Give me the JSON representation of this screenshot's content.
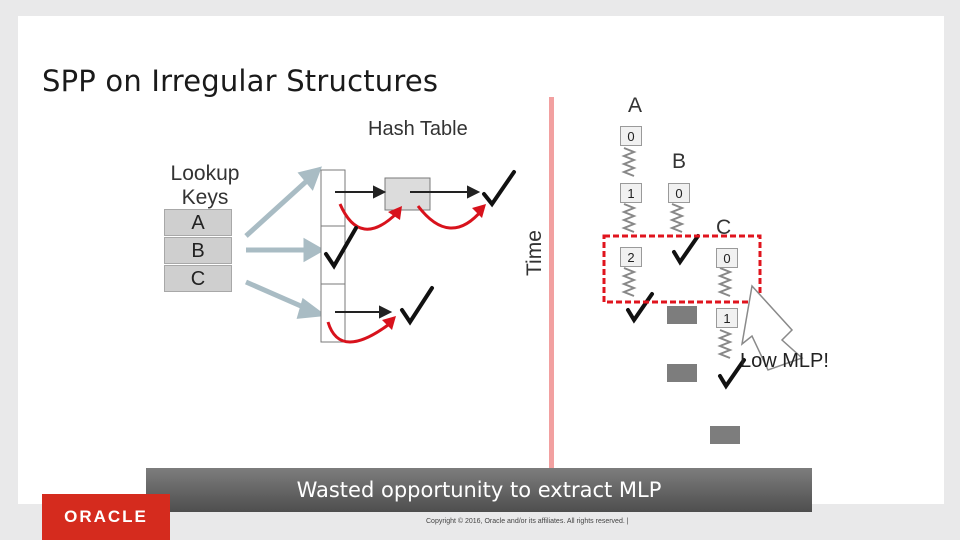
{
  "slide": {
    "title": "SPP on Irregular Structures",
    "hash_table_label": "Hash Table",
    "lookup_keys_label": "Lookup Keys",
    "keys": [
      "A",
      "B",
      "C"
    ],
    "time_label": "Time",
    "timeline": {
      "stream_a_label": "A",
      "stream_b_label": "B",
      "stream_c_label": "C",
      "stream_a_steps": [
        "0",
        "1",
        "2"
      ],
      "stream_b_steps": [
        "0"
      ],
      "stream_c_steps": [
        "0",
        "1"
      ]
    },
    "annotation": "Low MLP!",
    "banner": "Wasted opportunity to extract MLP",
    "logo_text": "ORACLE",
    "copyright": "Copyright © 2016, Oracle and/or its affiliates. All rights reserved. |"
  },
  "colors": {
    "accent_red": "#d52b1e",
    "highlight_box": "#e0141e",
    "timeline_line": "#f2a0a0",
    "arrow_gray": "#a9bcc4",
    "node_gray": "#dcdcdc"
  }
}
